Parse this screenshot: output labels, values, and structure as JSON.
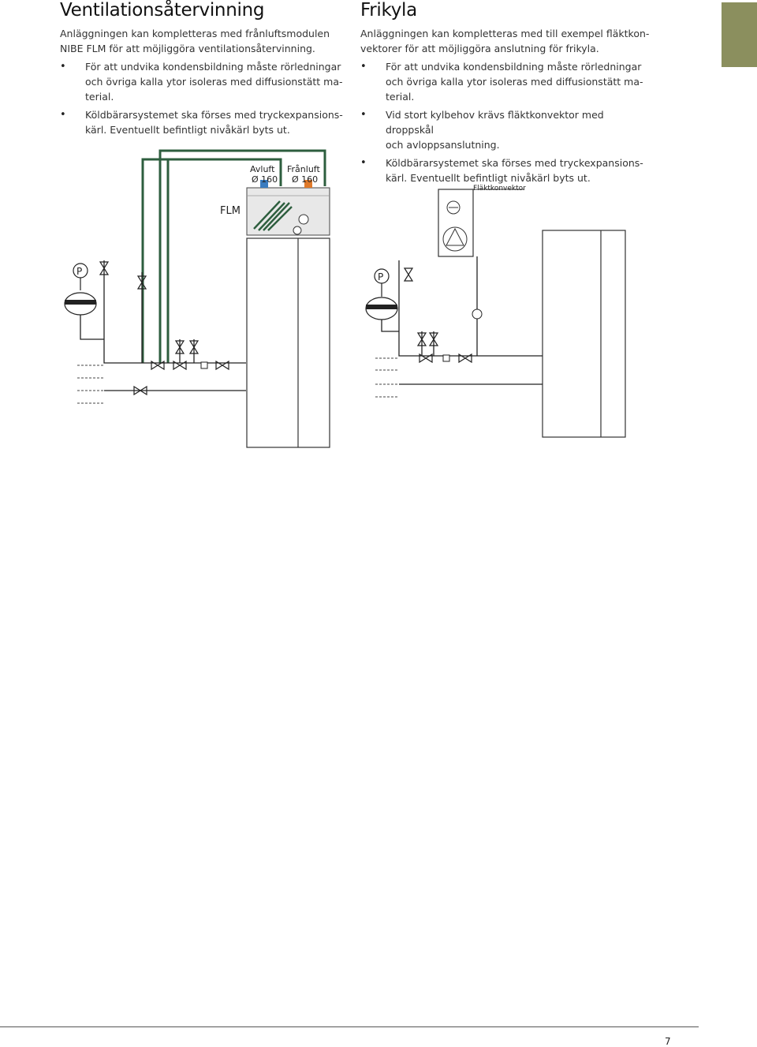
{
  "left": {
    "title": "Ventilationsåtervinning",
    "intro_line1": "Anläggningen kan kompletteras med frånluftsmodulen",
    "intro_line2": "NIBE FLM för att möjliggöra ventilationsåtervinning.",
    "bullets": [
      [
        "För att undvika kondensbildning måste rörledningar",
        "och övriga kalla ytor isoleras med diffusionstätt ma-",
        "terial."
      ],
      [
        "Köldbärarsystemet ska förses med tryckexpansions-",
        "kärl. Eventuellt befintligt nivåkärl byts ut."
      ]
    ]
  },
  "right": {
    "title": "Frikyla",
    "intro_line1": "Anläggningen kan kompletteras med till exempel fläktkon-",
    "intro_line2": "vektorer för att möjliggöra anslutning för frikyla.",
    "bullets": [
      [
        "För att undvika kondensbildning måste rörledningar",
        "och övriga kalla ytor isoleras med diffusionstätt ma-",
        "terial."
      ],
      [
        "Vid stort kylbehov krävs fläktkonvektor med droppskål",
        "och avloppsanslutning."
      ],
      [
        "Köldbärarsystemet ska förses med tryckexpansions-",
        "kärl. Eventuellt befintligt nivåkärl byts ut."
      ]
    ]
  },
  "diagram_left": {
    "avluft_label": "Avluft",
    "avluft_dim": "Ø 160",
    "franluft_label": "Frånluft",
    "franluft_dim": "Ø 160",
    "flm_label": "FLM",
    "pressure_symbol": "P"
  },
  "diagram_right": {
    "fan_convector_label": "Fläktkonvektor",
    "pressure_symbol": "P"
  },
  "colors": {
    "pipe_green": "#2d5e3e",
    "tab_olive": "#8b8f5e",
    "air_blue": "#3a7cc0",
    "air_orange": "#e07a2a"
  },
  "page_number": "7"
}
